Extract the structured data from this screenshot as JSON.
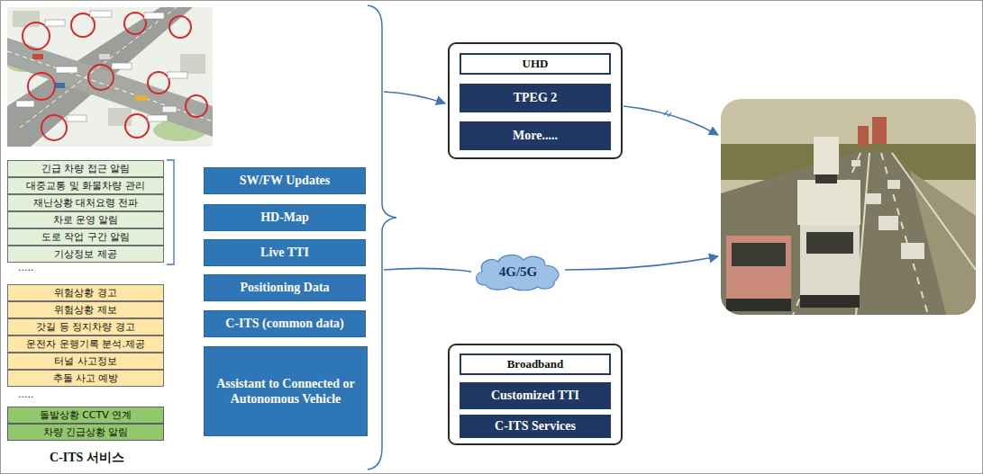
{
  "diagram": {
    "nodes": [
      {
        "text": [
          "긴급 차량 접근 알림"
        ]
      },
      {
        "text": [
          "대중교통 및 화물차량 관리"
        ]
      },
      {
        "text": [
          "재난상황 대처요령 전파"
        ]
      },
      {
        "text": [
          "차로 운영 알림"
        ]
      },
      {
        "text": [
          "도로 작업 구간 알림"
        ]
      },
      {
        "text": [
          "기상정보 제공"
        ]
      },
      {
        "text": [
          "위험상황 경고"
        ]
      },
      {
        "text": [
          "위험상황 제보"
        ]
      },
      {
        "text": [
          "갓길 등 정지차량 경고"
        ]
      },
      {
        "text": [
          "운전자 운행기록 분석.제공"
        ]
      },
      {
        "text": [
          "터널 사고정보"
        ]
      },
      {
        "text": [
          "추돌 사고 예방"
        ]
      },
      {
        "text": [
          "돌발상황 CCTV 연계"
        ]
      },
      {
        "text": [
          "차량 긴급상황 알림"
        ]
      },
      {
        "text": [
          "SW/FW Updates"
        ]
      },
      {
        "text": [
          "HD-Map"
        ]
      },
      {
        "text": [
          "Live TTI"
        ]
      },
      {
        "text": [
          "Positioning Data"
        ]
      },
      {
        "text": [
          "C-ITS (common data)"
        ]
      },
      {
        "text": [
          "Assistant to Connected or Autonomous Vehicle"
        ]
      },
      {
        "text": []
      },
      {
        "text": [
          "UHD"
        ],
        "in": 20
      },
      {
        "text": [
          "TPEG 2"
        ],
        "in": 20
      },
      {
        "text": [
          "More....."
        ],
        "in": 20
      },
      {
        "text": [
          "4G/5G"
        ]
      },
      {
        "text": []
      },
      {
        "text": [
          "Broadband"
        ],
        "in": 25
      },
      {
        "text": [
          "Customized TTI"
        ],
        "in": 25
      },
      {
        "text": [
          "C-ITS Services"
        ],
        "in": 25
      }
    ],
    "labels": [
      ".....",
      ".....",
      "C-ITS 서비스"
    ]
  }
}
